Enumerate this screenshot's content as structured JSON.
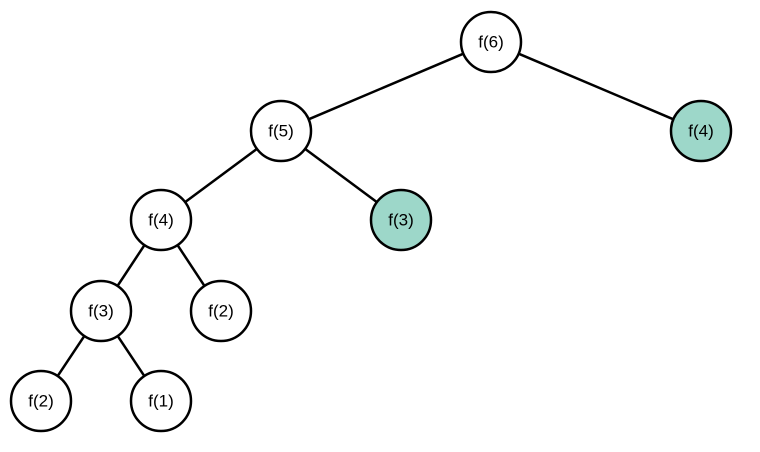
{
  "diagram": {
    "colors": {
      "default_fill": "#ffffff",
      "memo_fill": "#9dd7c9",
      "stroke": "#000000"
    },
    "nodes": [
      {
        "id": "n_f6",
        "label": "f(6)",
        "memoized": false
      },
      {
        "id": "n_f5",
        "label": "f(5)",
        "memoized": false
      },
      {
        "id": "n_f4r",
        "label": "f(4)",
        "memoized": true
      },
      {
        "id": "n_f4",
        "label": "f(4)",
        "memoized": false
      },
      {
        "id": "n_f3r",
        "label": "f(3)",
        "memoized": true
      },
      {
        "id": "n_f3",
        "label": "f(3)",
        "memoized": false
      },
      {
        "id": "n_f2r",
        "label": "f(2)",
        "memoized": false
      },
      {
        "id": "n_f2",
        "label": "f(2)",
        "memoized": false
      },
      {
        "id": "n_f1",
        "label": "f(1)",
        "memoized": false
      }
    ],
    "edges": [
      {
        "from": "n_f6",
        "to": "n_f5"
      },
      {
        "from": "n_f6",
        "to": "n_f4r"
      },
      {
        "from": "n_f5",
        "to": "n_f4"
      },
      {
        "from": "n_f5",
        "to": "n_f3r"
      },
      {
        "from": "n_f4",
        "to": "n_f3"
      },
      {
        "from": "n_f4",
        "to": "n_f2r"
      },
      {
        "from": "n_f3",
        "to": "n_f2"
      },
      {
        "from": "n_f3",
        "to": "n_f1"
      }
    ]
  }
}
